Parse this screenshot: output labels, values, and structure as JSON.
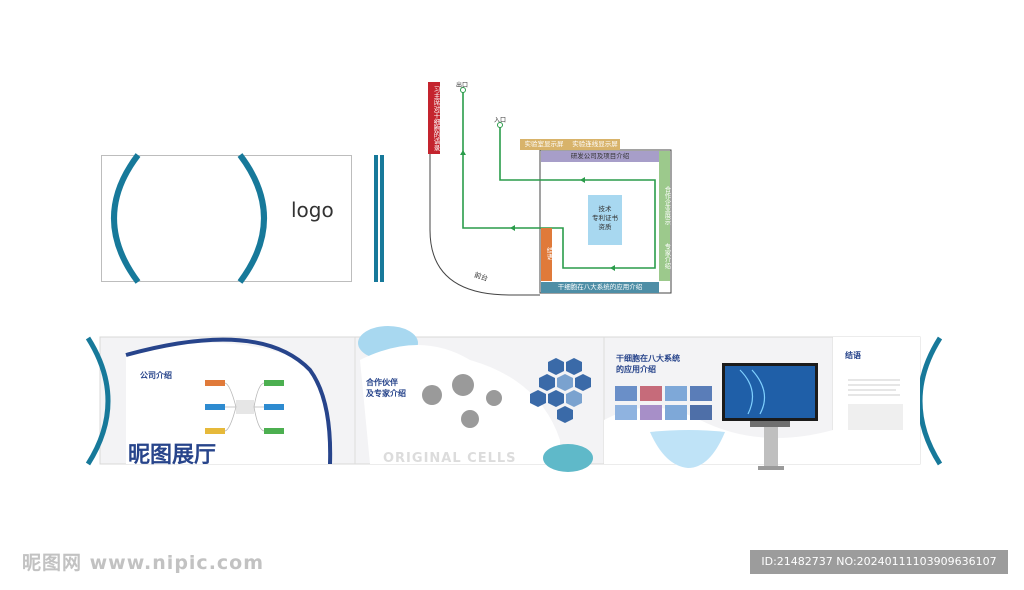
{
  "logo_panel": {
    "logo_text": "logo"
  },
  "floor_plan": {
    "exit_label": "出口",
    "entrance_label": "入口",
    "slogan": "习主席对干细胞的语录",
    "lab_screens": "实验室显示屏",
    "lab_live_screens": "实验连线显示屏",
    "rd_intro": "研发公司及项目介绍",
    "partners": "合作企业展示",
    "experts": "专家介绍",
    "tech_box": [
      "技术",
      "专利证书",
      "资质"
    ],
    "conclusion": "结语",
    "eight_systems": "干细胞在八大系统的应用介绍",
    "front_desk": "前台"
  },
  "elevation": {
    "hall_title": "昵图展厅",
    "company_intro": "公司介绍",
    "partners_line1": "合作伙伴",
    "partners_line2": "及专家介绍",
    "original_cells": "ORIGINAL CELLS",
    "eight_systems_line1": "干细胞在八大系统",
    "eight_systems_line2": "的应用介绍",
    "conclusion": "结语"
  },
  "watermark": {
    "site": "昵图网 www.nipic.com",
    "id_text": "ID:21482737 NO:20240111103909636107"
  },
  "colors": {
    "teal": "#17799a",
    "navy": "#27448b",
    "red": "#c4242e",
    "gold": "#d8b36a",
    "purple": "#a79ec9",
    "green": "#9cc98c",
    "orange": "#e07a3a",
    "steel": "#4e8ea6",
    "path": "#2a9c4a",
    "light_blue": "#a8d8f0"
  }
}
